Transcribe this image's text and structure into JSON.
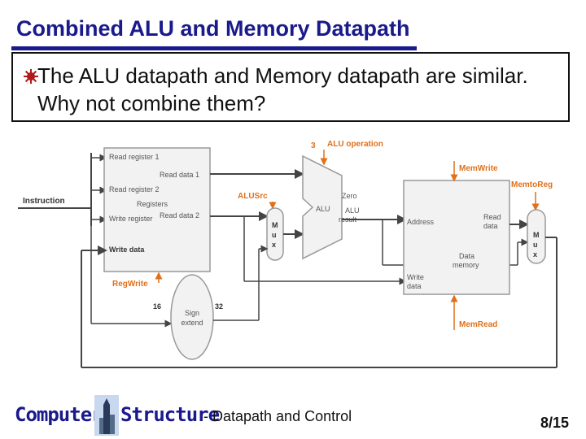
{
  "slide": {
    "title": "Combined ALU and Memory Datapath",
    "bullet_text": "The ALU datapath and Memory datapath are similar. Why not combine them?"
  },
  "diagram": {
    "instruction": "Instruction",
    "read_reg1": "Read register 1",
    "read_reg2": "Read register 2",
    "write_reg": "Write register",
    "write_data": "Write data",
    "read_data1": "Read data 1",
    "read_data2": "Read data 2",
    "registers": "Registers",
    "regwrite": "RegWrite",
    "alusrc": "ALUSrc",
    "alu_op_num": "3",
    "alu_operation": "ALU operation",
    "alu": "ALU",
    "zero": "Zero",
    "alu_result": "ALU result",
    "mux": "M u x",
    "memwrite": "MemWrite",
    "memtoreg": "MemtoReg",
    "memread": "MemRead",
    "address": "Address",
    "read_data": "Read data",
    "data_memory": "Data memory",
    "mem_write_data": "Write data",
    "sign_extend": "Sign extend",
    "bits_16": "16",
    "bits_32": "32"
  },
  "footer": {
    "word1": "Computer",
    "word2": "Structure",
    "subtitle": "- Datapath and Control",
    "page": "8/15"
  },
  "colors": {
    "title": "#1a1a8c",
    "control": "#e0701a",
    "wire": "#444444",
    "bullet": "#b01a1a"
  }
}
